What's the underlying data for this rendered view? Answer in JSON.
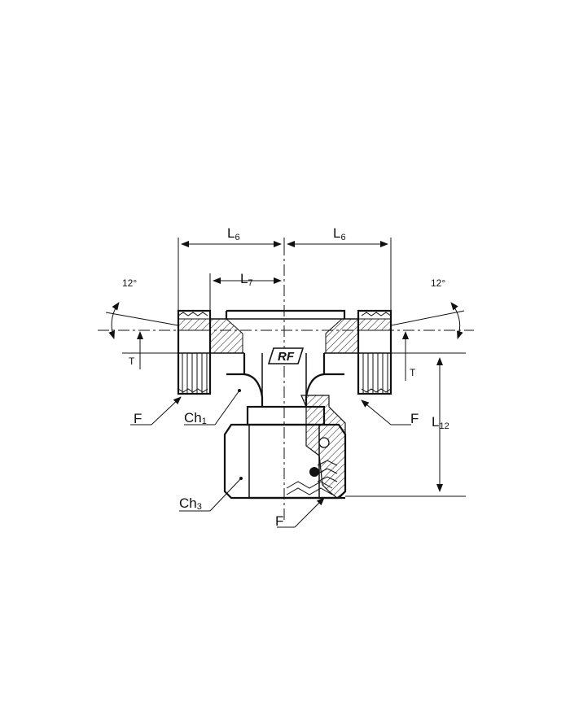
{
  "dimensions": {
    "l6_left": {
      "main": "L",
      "sub": "6"
    },
    "l6_right": {
      "main": "L",
      "sub": "6"
    },
    "l7": {
      "main": "L",
      "sub": "7"
    },
    "l12": {
      "main": "L",
      "sub": "12"
    },
    "t_left": "T",
    "t_right": "T",
    "angle_left": "12°",
    "angle_right": "12°"
  },
  "callouts": {
    "f_left": "F",
    "f_right": "F",
    "f_bottom": "F",
    "ch1": {
      "main": "Ch",
      "sub": "1"
    },
    "ch3": {
      "main": "Ch",
      "sub": "3"
    }
  },
  "logo": "RF",
  "colors": {
    "line": "#111111",
    "background": "#ffffff"
  }
}
